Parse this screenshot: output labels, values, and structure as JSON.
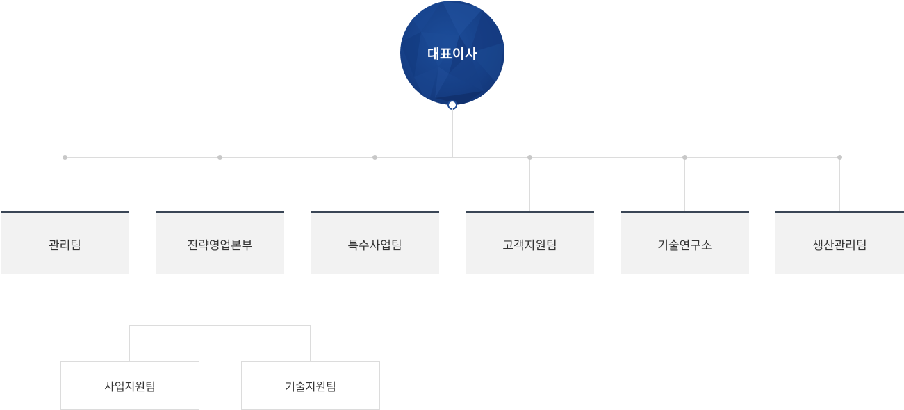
{
  "ceo": {
    "label": "대표이사"
  },
  "departments": [
    {
      "label": "관리팀"
    },
    {
      "label": "전략영업본부"
    },
    {
      "label": "특수사업팀"
    },
    {
      "label": "고객지원팀"
    },
    {
      "label": "기술연구소"
    },
    {
      "label": "생산관리팀"
    }
  ],
  "sub_teams": {
    "parent": "전략영업본부",
    "items": [
      {
        "label": "사업지원팀"
      },
      {
        "label": "기술지원팀"
      }
    ]
  },
  "colors": {
    "ceo_circle": "#163f86",
    "dept_background": "#f2f2f2",
    "dept_top_border": "#3a4656",
    "connector_line": "#dcdcdc",
    "connector_dot": "#c8c8c8"
  }
}
